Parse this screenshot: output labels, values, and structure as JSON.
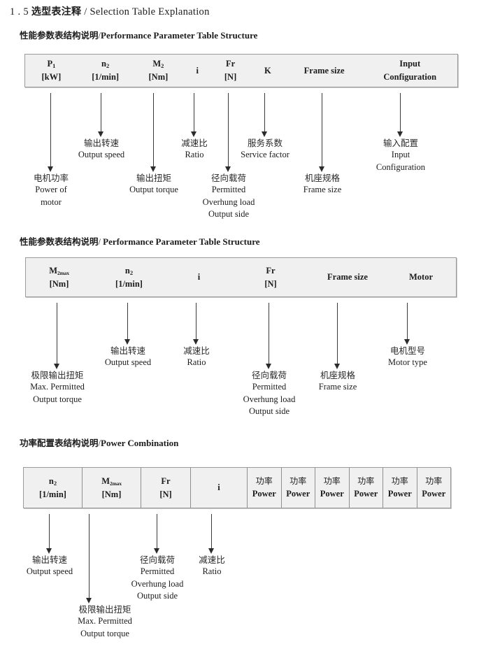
{
  "document": {
    "section_number": "1 . 5",
    "title_cn": "选型表注释",
    "title_sep": "/",
    "title_en": "Selection Table Explanation"
  },
  "sections": [
    {
      "heading": {
        "cn": "性能参数表结构说明",
        "sep": "/",
        "en": "Performance Parameter Table Structure"
      },
      "table": {
        "ruled": false,
        "columns": [
          {
            "line1": "P",
            "sub": "1",
            "line2": "[kW]"
          },
          {
            "line1": "n",
            "sub": "2",
            "line2": "[1/min]"
          },
          {
            "line1": "M",
            "sub": "2",
            "line2": "[Nm]"
          },
          {
            "line1": "i",
            "sub": "",
            "line2": ""
          },
          {
            "line1": "Fr",
            "sub": "",
            "line2": "[N]"
          },
          {
            "line1": "K",
            "sub": "",
            "line2": ""
          },
          {
            "line1": "Frame size",
            "sub": "",
            "line2": ""
          },
          {
            "line1": "Input",
            "sub": "",
            "line2": "Configuration"
          }
        ]
      },
      "notes": [
        {
          "cn": "电机功率",
          "en": [
            "Power of",
            "motor"
          ]
        },
        {
          "cn": "输出转速",
          "en": [
            "Output speed"
          ]
        },
        {
          "cn": "输出扭矩",
          "en": [
            "Output torque"
          ]
        },
        {
          "cn": "减速比",
          "en": [
            "Ratio"
          ]
        },
        {
          "cn": "径向载荷",
          "en": [
            "Permitted",
            "Overhung load",
            "Output side"
          ]
        },
        {
          "cn": "服务系数",
          "en": [
            "Service factor"
          ]
        },
        {
          "cn": "机座规格",
          "en": [
            "Frame size"
          ]
        },
        {
          "cn": "输入配置",
          "en": [
            "Input",
            "Configuration"
          ]
        }
      ]
    },
    {
      "heading": {
        "cn": "性能参数表结构说明",
        "sep": "/",
        "en": "Performance Parameter Table Structure"
      },
      "table": {
        "ruled": false,
        "columns": [
          {
            "line1": "M",
            "sub": "2max",
            "line2": "[Nm]"
          },
          {
            "line1": "n",
            "sub": "2",
            "line2": "[1/min]"
          },
          {
            "line1": "i",
            "sub": "",
            "line2": ""
          },
          {
            "line1": "Fr",
            "sub": "",
            "line2": "[N]"
          },
          {
            "line1": "Frame size",
            "sub": "",
            "line2": ""
          },
          {
            "line1": "Motor",
            "sub": "",
            "line2": ""
          }
        ]
      },
      "notes": [
        {
          "cn": "极限输出扭矩",
          "en": [
            "Max. Permitted",
            "Output  torque"
          ]
        },
        {
          "cn": "输出转速",
          "en": [
            "Output speed"
          ]
        },
        {
          "cn": "减速比",
          "en": [
            "Ratio"
          ]
        },
        {
          "cn": "径向载荷",
          "en": [
            "Permitted",
            "Overhung load",
            "Output side"
          ]
        },
        {
          "cn": "机座规格",
          "en": [
            "Frame size"
          ]
        },
        {
          "cn": "电机型号",
          "en": [
            "Motor type"
          ]
        }
      ]
    },
    {
      "heading": {
        "cn": "功率配置表结构说明",
        "sep": "/",
        "en": "Power Combination"
      },
      "table": {
        "ruled": true,
        "columns": [
          {
            "line1": "n",
            "sub": "2",
            "line2": "[1/min]"
          },
          {
            "line1": "M",
            "sub": "2max",
            "line2": "[Nm]"
          },
          {
            "line1": "Fr",
            "sub": "",
            "line2": "[N]"
          },
          {
            "line1": "i",
            "sub": "",
            "line2": ""
          },
          {
            "cn": "功率",
            "line2": "Power"
          },
          {
            "cn": "功率",
            "line2": "Power"
          },
          {
            "cn": "功率",
            "line2": "Power"
          },
          {
            "cn": "功率",
            "line2": "Power"
          },
          {
            "cn": "功率",
            "line2": "Power"
          },
          {
            "cn": "功率",
            "line2": "Power"
          }
        ]
      },
      "notes": [
        {
          "cn": "输出转速",
          "en": [
            "Output speed"
          ]
        },
        {
          "cn": "极限输出扭矩",
          "en": [
            "Max. Permitted",
            "Output  torque"
          ]
        },
        {
          "cn": "径向载荷",
          "en": [
            "Permitted",
            "Overhung load",
            "Output side"
          ]
        },
        {
          "cn": "减速比",
          "en": [
            "Ratio"
          ]
        }
      ]
    }
  ]
}
